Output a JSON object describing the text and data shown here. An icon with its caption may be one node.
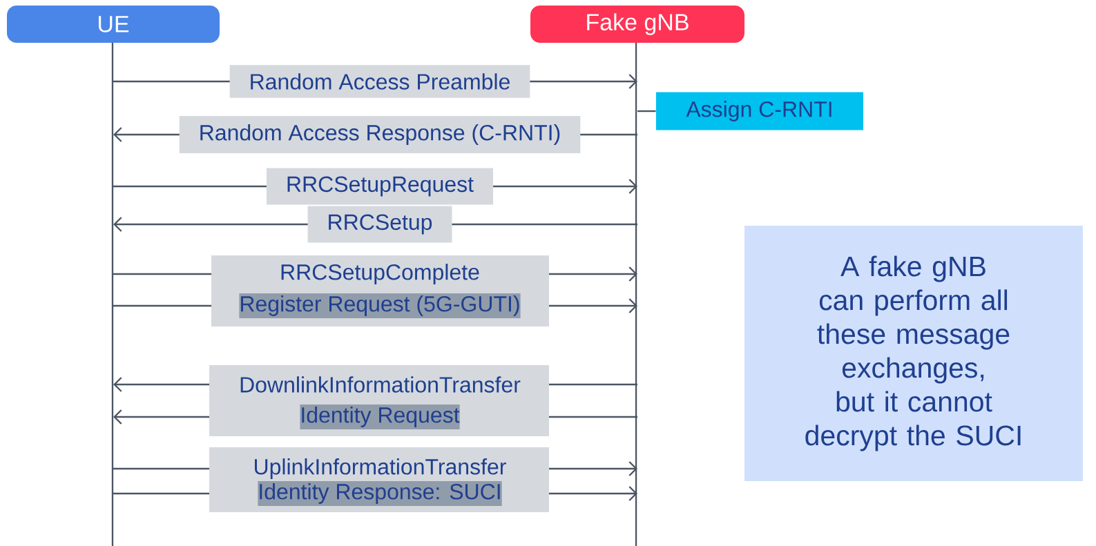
{
  "diagram": {
    "nodes": [
      {
        "text": [
          "UE"
        ]
      },
      {
        "text": [
          "Fake gNB"
        ]
      },
      {
        "text": [
          "Assign C-RNTI"
        ]
      },
      {
        "text": [
          "A fake gNB can perform all these message exchanges, but it cannot decrypt the SUCI"
        ]
      }
    ],
    "edges": [
      {
        "from": 0,
        "to": 1,
        "arrow": "to",
        "label": "Random Access Preamble"
      },
      {
        "from": 1,
        "to": 0,
        "arrow": "to",
        "label": "Random Access Response (C-RNTI)"
      },
      {
        "from": 0,
        "to": 1,
        "arrow": "to",
        "label": "RRCSetupRequest"
      },
      {
        "from": 1,
        "to": 0,
        "arrow": "to",
        "label": "RRCSetup"
      },
      {
        "from": 0,
        "to": 1,
        "arrow": "to",
        "label": "RRCSetupComplete"
      },
      {
        "from": 0,
        "to": 1,
        "arrow": "to",
        "label": "Register Request (5G-GUTI)"
      },
      {
        "from": 1,
        "to": 0,
        "arrow": "to",
        "label": "DownlinkInformationTransfer"
      },
      {
        "from": 1,
        "to": 0,
        "arrow": "to",
        "label": "Identity Request"
      },
      {
        "from": 0,
        "to": 1,
        "arrow": "to",
        "label": "UplinkInformationTransfer"
      },
      {
        "from": 0,
        "to": 1,
        "arrow": "to",
        "label": "Identity Response: SUCI"
      },
      {
        "from": 1,
        "to": 2,
        "arrow": "none"
      }
    ]
  }
}
